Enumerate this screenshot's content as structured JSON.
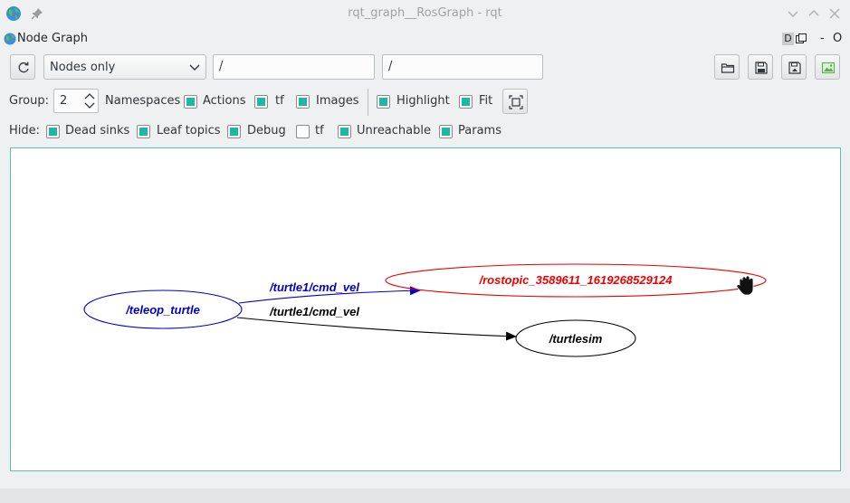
{
  "window": {
    "title": "rqt_graph__RosGraph - rqt",
    "app_icon": "globe-icon",
    "pin_icon": "pin-icon"
  },
  "dock": {
    "title": "Node Graph",
    "d_label": "D",
    "min_label": "-",
    "close_label": "O"
  },
  "toolbar": {
    "refresh_icon": "refresh-icon",
    "graph_mode": "Nodes only",
    "filter_in": "/",
    "filter_out": "/",
    "buttons": [
      "open-folder-icon",
      "save-dot-icon",
      "save-svg-icon",
      "save-image-icon"
    ]
  },
  "options": {
    "group_label": "Group:",
    "group_value": "2",
    "namespaces_label": "Namespaces",
    "actions_label": "Actions",
    "tf_label": "tf",
    "images_label": "Images",
    "highlight_label": "Highlight",
    "fit_label": "Fit",
    "namespaces": true,
    "actions": true,
    "tf": true,
    "images": true,
    "highlight": true,
    "fit": true
  },
  "hide": {
    "label": "Hide:",
    "dead_sinks_label": "Dead sinks",
    "leaf_topics_label": "Leaf topics",
    "debug_label": "Debug",
    "tf_label": "tf",
    "unreachable_label": "Unreachable",
    "params_label": "Params",
    "dead_sinks": true,
    "leaf_topics": true,
    "debug": true,
    "tf": false,
    "unreachable": true,
    "params": true
  },
  "graph": {
    "nodes": [
      {
        "id": "teleop",
        "label": "/teleop_turtle",
        "color": "#0000cc"
      },
      {
        "id": "rostopic",
        "label": "/rostopic_3589611_1619268529124",
        "color": "#ee0000"
      },
      {
        "id": "turtlesim",
        "label": "/turtlesim",
        "color": "#000000"
      }
    ],
    "edges": [
      {
        "from": "teleop",
        "to": "rostopic",
        "label": "/turtle1/cmd_vel",
        "color": "#0000cc"
      },
      {
        "from": "teleop",
        "to": "turtlesim",
        "label": "/turtle1/cmd_vel",
        "color": "#000000"
      }
    ]
  },
  "colors": {
    "accent": "#1db7a4",
    "canvas_border": "#5bbfb0"
  }
}
